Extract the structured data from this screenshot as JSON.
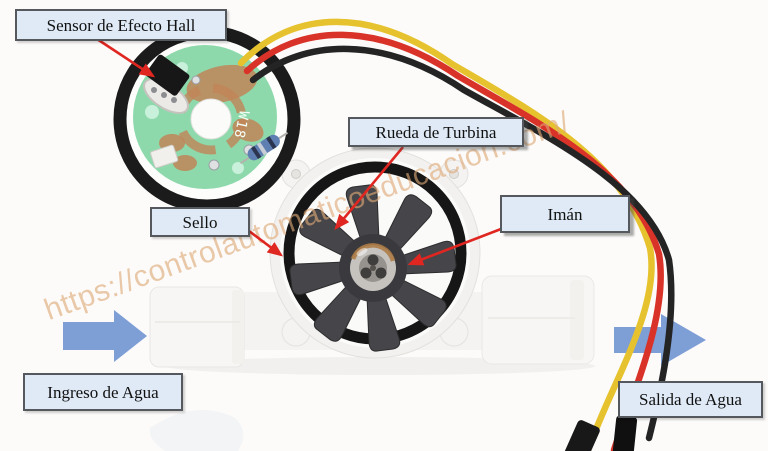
{
  "labels": {
    "sensor_hall": "Sensor de Efecto Hall",
    "rueda_turbina": "Rueda de Turbina",
    "sello": "Sello",
    "iman": "Imán",
    "ingreso_agua": "Ingreso de Agua",
    "salida_agua": "Salida de Agua"
  },
  "watermark": {
    "text": "https://controlautomaticoeducacion.com/"
  },
  "photo": {
    "subject": "water-flow-sensor-hall-effect",
    "pcb_marking": "W18"
  },
  "icons": {
    "flow_in_arrow": "right-arrow-icon",
    "flow_out_arrow": "right-arrow-icon",
    "pointer_arrows": "red-callout-arrow-icon"
  },
  "colors": {
    "label_fill": "#dfeaf6",
    "label_border": "#55595d",
    "label_text": "#111111",
    "arrow_red": "#e02621",
    "flow_arrow": "#7e9ed6",
    "wire_yellow": "#e6c32e",
    "wire_red": "#d93329",
    "wire_black": "#242424",
    "pcb_green": "#8ed9ac",
    "pcb_copper": "#c08457",
    "watermark_color": "#dfa977"
  }
}
